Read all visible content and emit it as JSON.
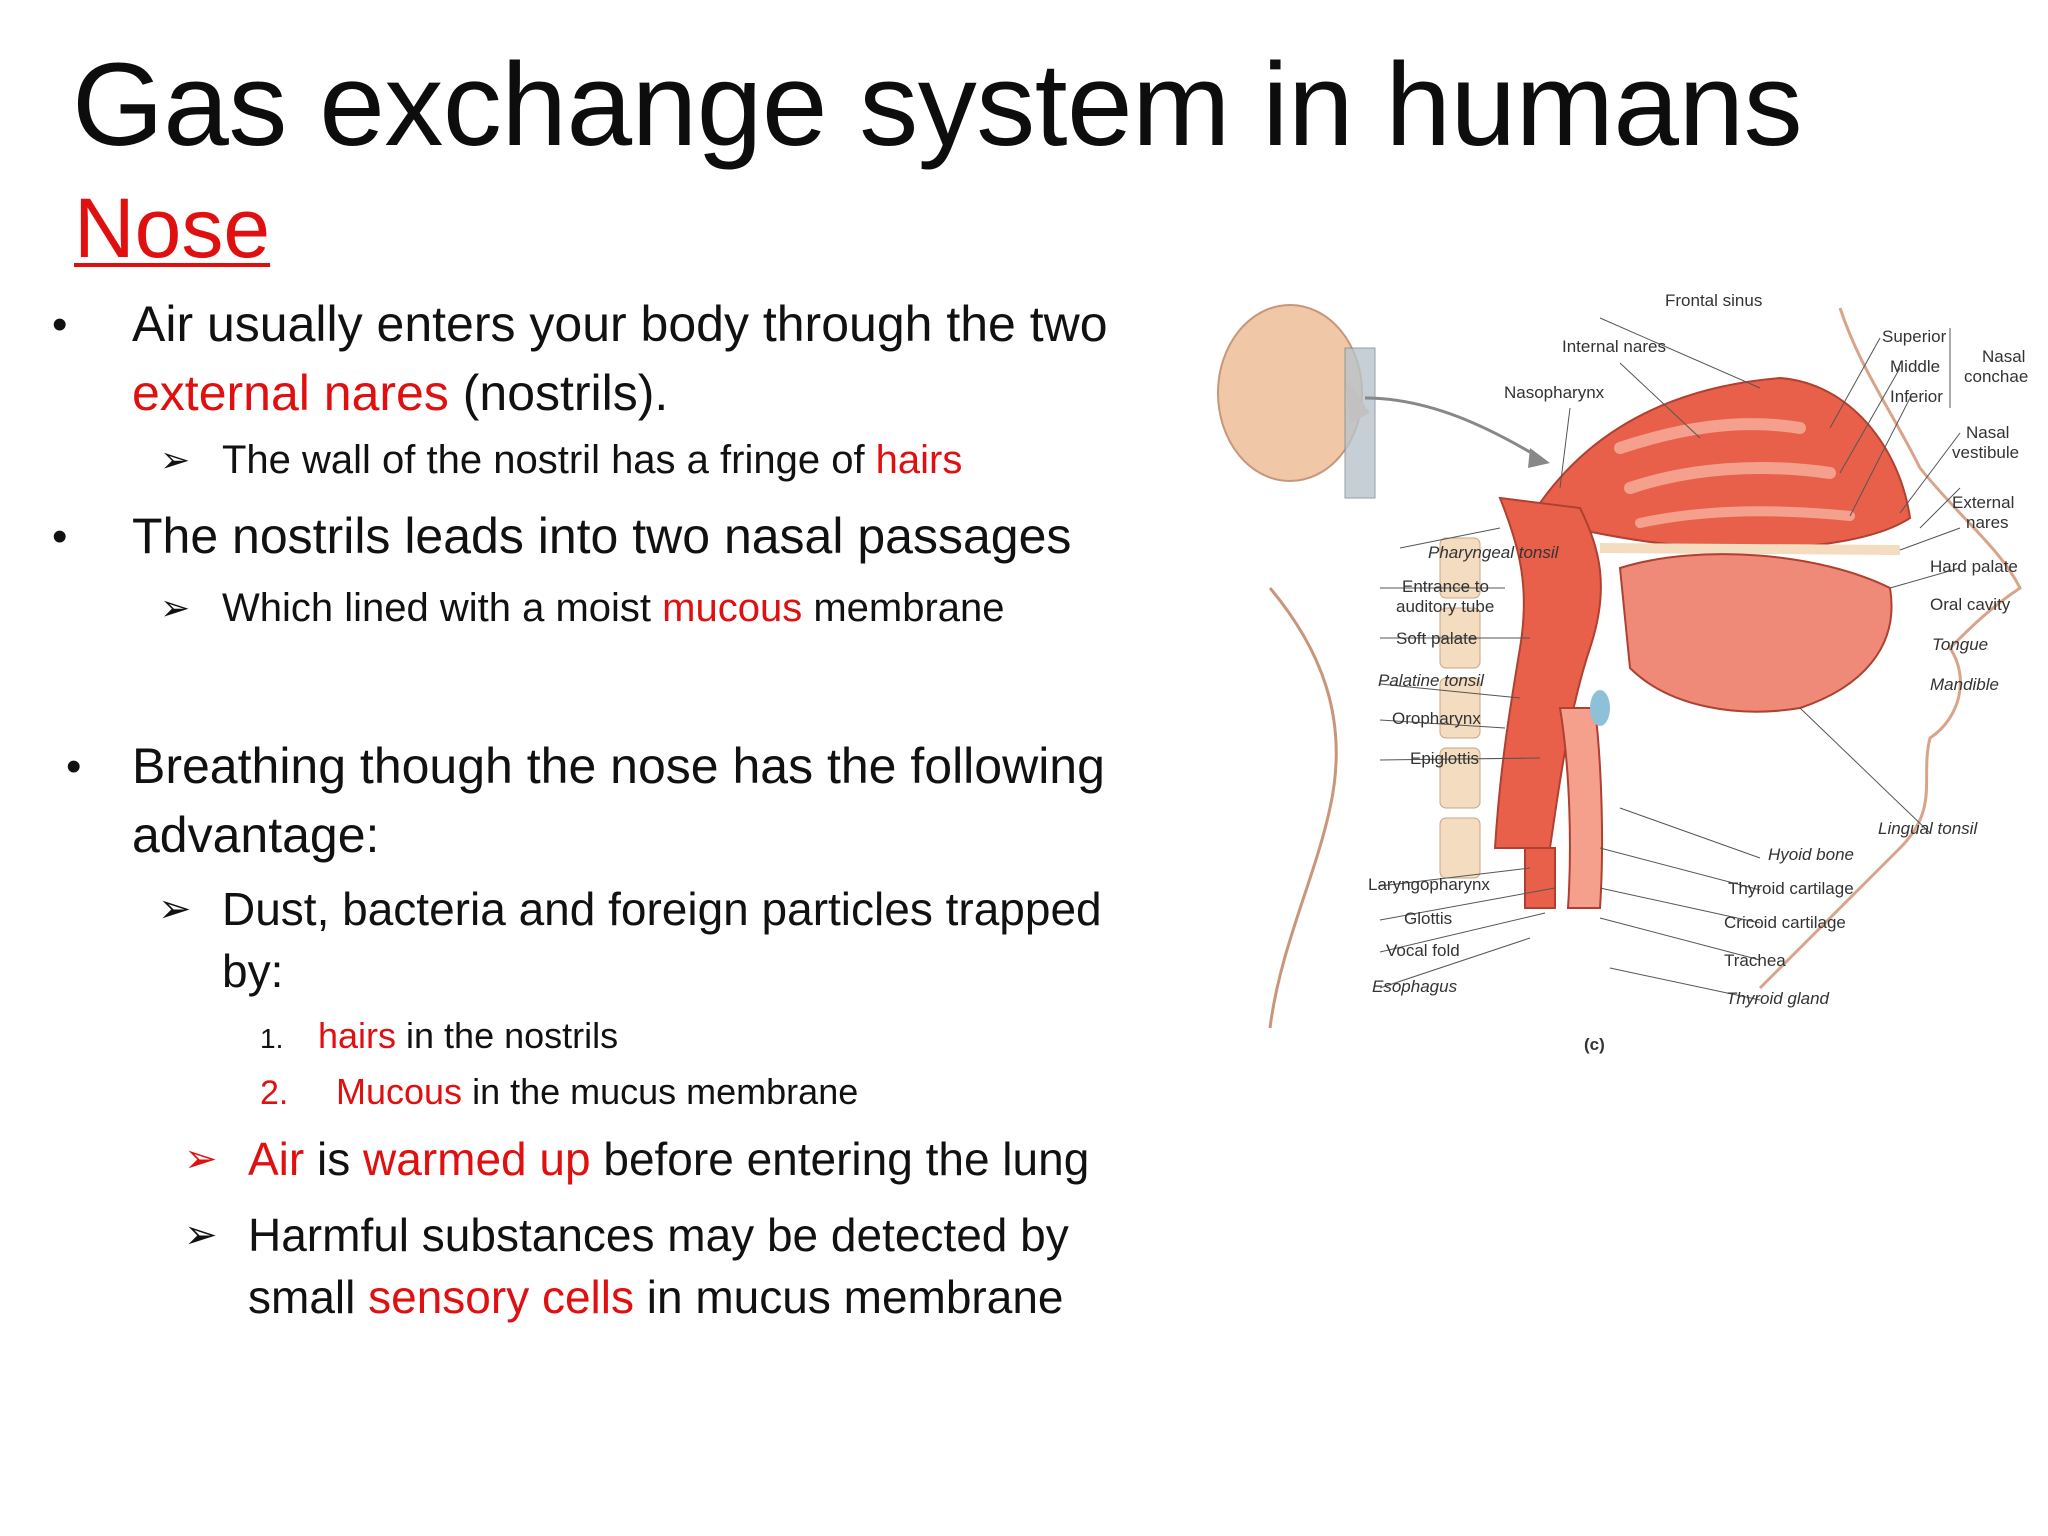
{
  "title": "Gas exchange system in humans",
  "subtitle": "Nose",
  "bullets": {
    "b1": {
      "text_pre": "Air usually enters your body through the two",
      "highlight": "external nares",
      "text_post": " (nostrils).",
      "sub1": {
        "text": "The wall of the nostril has a fringe of ",
        "highlight": "hairs"
      }
    },
    "b2": {
      "text": "The nostrils leads into two nasal passages",
      "sub1": {
        "pre": "Which lined with a moist ",
        "highlight": "mucous",
        "post": " membrane"
      }
    },
    "b3": {
      "text_l1": "Breathing though the nose has the following",
      "text_l2": "advantage:",
      "sub1": {
        "l1": "Dust, bacteria and foreign particles trapped",
        "l2": "by:"
      },
      "list": [
        {
          "num": "1.",
          "highlight": "hairs",
          "rest": " in the nostrils"
        },
        {
          "num": "2.",
          "highlight": "Mucous",
          "rest": " in the mucus membrane"
        }
      ],
      "sub2": {
        "h1": "Air",
        "mid": " is ",
        "h2": "warmed up",
        "post": " before entering the lung"
      },
      "sub3": {
        "l1": "Harmful substances may be detected by",
        "l2_pre": "small ",
        "highlight": "sensory cells",
        "l2_post": " in mucus membrane"
      }
    }
  },
  "figure": {
    "labels_left": [
      "Pharyngeal tonsil",
      "Entrance to",
      "auditory tube",
      "Soft palate",
      "Palatine tonsil",
      "Oropharynx",
      "Epiglottis",
      "Laryngopharynx",
      "Glottis",
      "Vocal fold",
      "Esophagus"
    ],
    "labels_top": [
      "Frontal sinus",
      "Internal nares",
      "Nasopharynx"
    ],
    "labels_right": [
      "Superior",
      "Middle",
      "Inferior",
      "Nasal",
      "conchae",
      "Nasal",
      "vestibule",
      "External",
      "nares",
      "Hard palate",
      "Oral cavity",
      "Tongue",
      "Mandible",
      "Lingual tonsil",
      "Hyoid bone",
      "Thyroid cartilage",
      "Cricoid cartilage",
      "Trachea",
      "Thyroid gland"
    ],
    "caption": "(c)",
    "colors": {
      "tissue": "#e8604a",
      "tissue_light": "#f4a08c",
      "bone": "#f3dcc0",
      "skin": "#f0c8a8"
    }
  }
}
